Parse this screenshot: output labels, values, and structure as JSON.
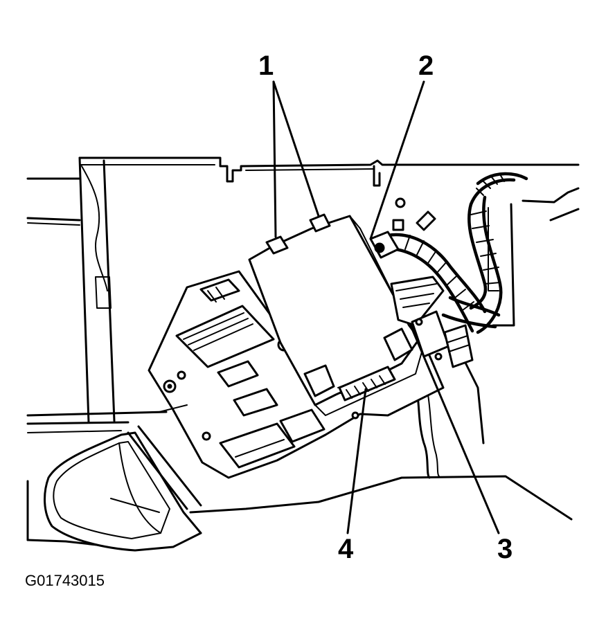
{
  "callouts": [
    {
      "id": "1",
      "label": "1"
    },
    {
      "id": "2",
      "label": "2"
    },
    {
      "id": "3",
      "label": "3"
    },
    {
      "id": "4",
      "label": "4"
    }
  ],
  "figure_code": "G01743015"
}
